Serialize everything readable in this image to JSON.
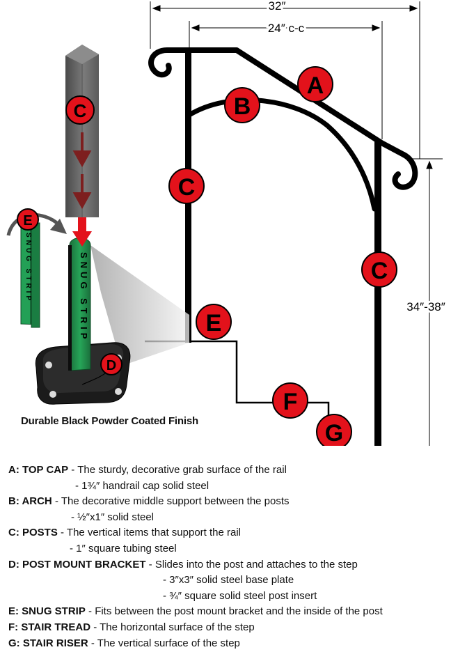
{
  "dimensions": {
    "overall_width": "32″",
    "post_spacing": "24″ c-c",
    "height_range": "34″-38″"
  },
  "callouts": {
    "a": "A",
    "b": "B",
    "c": "C",
    "d": "D",
    "e": "E",
    "f": "F",
    "g": "G"
  },
  "snug_strip_text": "SNUG STRIP",
  "caption": "Durable Black Powder Coated Finish",
  "legend": [
    {
      "term": "A: TOP CAP",
      "description": " - The sturdy, decorative grab surface of the rail",
      "details": [
        "- 1¾″ handrail cap solid steel"
      ]
    },
    {
      "term": "B: ARCH",
      "description": " -  The decorative middle support between the posts",
      "details": [
        "- ½″x1″ solid steel"
      ]
    },
    {
      "term": "C: POSTS",
      "description": " - The vertical items that support the rail",
      "details": [
        "- 1″ square tubing steel"
      ]
    },
    {
      "term": "D: POST MOUNT BRACKET",
      "description": " - Slides into the post and attaches to the step",
      "details": [
        "- 3″x3″ solid steel base plate",
        "- ¾″ square solid steel post insert"
      ]
    },
    {
      "term": "E: SNUG STRIP",
      "description": " - Fits between the post mount bracket and the inside of the post",
      "details": []
    },
    {
      "term": "F: STAIR TREAD",
      "description": " - The horizontal surface of the step",
      "details": []
    },
    {
      "term": "G: STAIR RISER",
      "description": " -  The vertical surface of the step",
      "details": []
    }
  ],
  "colors": {
    "callout_fill": "#e3121b",
    "strip_green": "#1f8f4a",
    "post_gray": "#6d6d6d",
    "arrow_red": "#e3121b"
  }
}
